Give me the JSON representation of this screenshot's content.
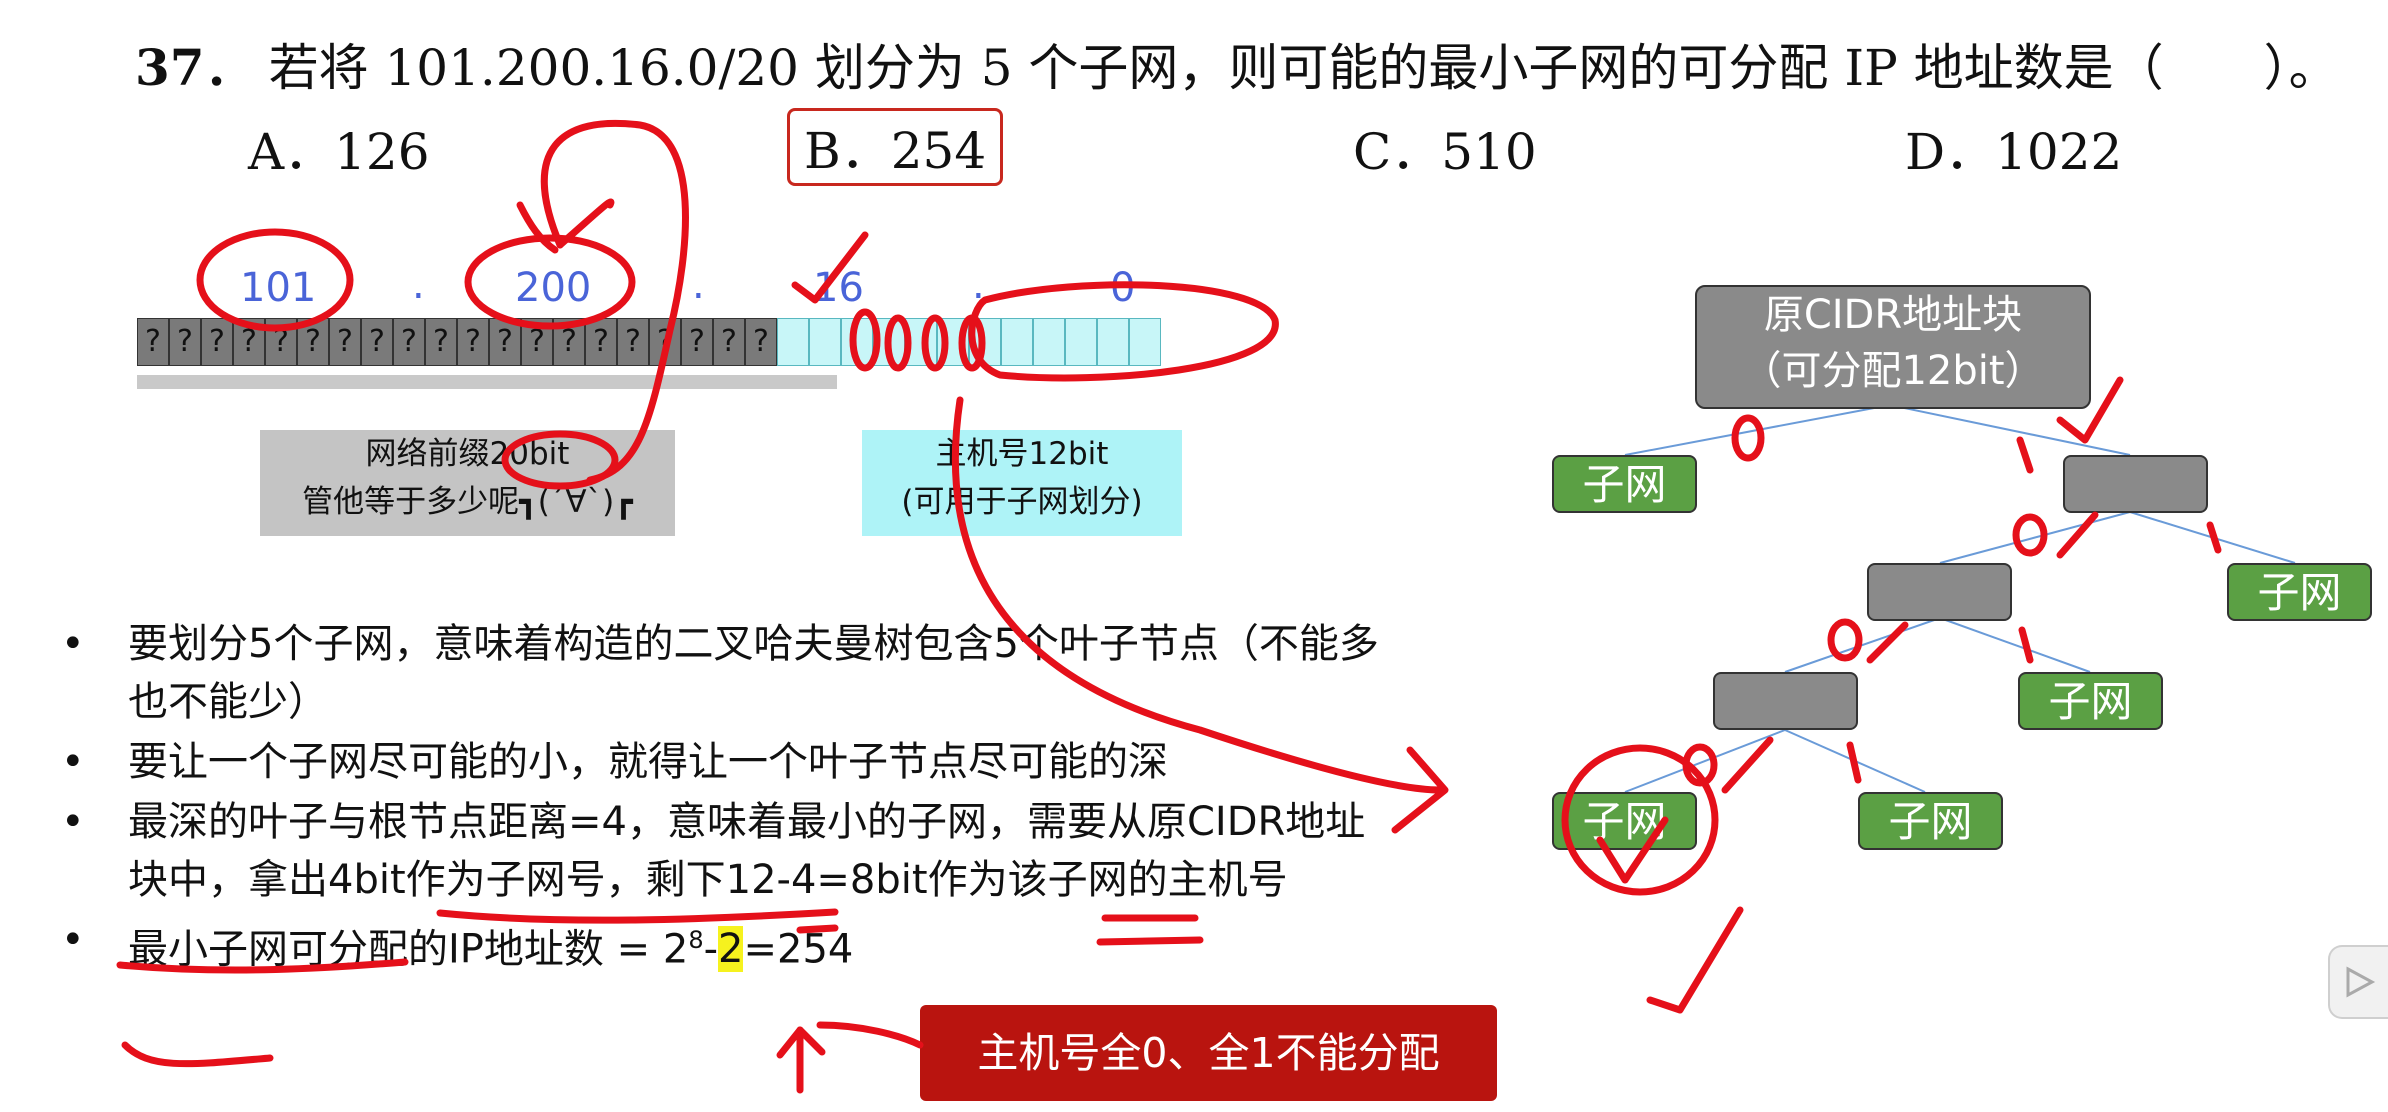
{
  "question": {
    "number": "37",
    "text": "若将 101.200.16.0/20 划分为 5 个子网，则可能的最小子网的可分配 IP 地址数是（　　）。"
  },
  "options": [
    {
      "label": "A．126"
    },
    {
      "label": "B．254"
    },
    {
      "label": "C．510"
    },
    {
      "label": "D．1022"
    }
  ],
  "ip_diagram": {
    "octets": [
      "101",
      "200",
      "16",
      "0"
    ],
    "network_bits_char": "?",
    "host_zero_bits": "0000",
    "network_label_line1": "网络前缀20bit",
    "network_label_line2": "管他等于多少呢┓(´∀`)┏",
    "host_label_line1": "主机号12bit",
    "host_label_line2": "(可用于子网划分)"
  },
  "bullets": [
    "要划分5个子网，意味着构造的二叉哈夫曼树包含5个叶子节点（不能多也不能少）",
    "要让一个子网尽可能的小，就得让一个叶子节点尽可能的深",
    "最深的叶子与根节点距离=4，意味着最小的子网，需要从原CIDR地址块中，拿出4bit作为子网号，剩下12-4=8bit作为该子网的主机号",
    {
      "prefix": "最小子网可分配的IP地址数 = 2",
      "sup": "8",
      "minus": "-",
      "hl": "2",
      "suffix": "=254"
    }
  ],
  "callout": "主机号全0、全1不能分配",
  "tree": {
    "root_line1": "原CIDR地址块",
    "root_line2": "（可分配12bit）",
    "leaf_label": "子网"
  },
  "colors": {
    "ink_red": "#e5101a",
    "ip_blue": "#4a64d8",
    "gray_bits": "#7a7a7a",
    "cyan_bits": "#c8f6f8",
    "leaf_green": "#5ba044",
    "callout_red": "#b9140f",
    "highlight": "#f6f21e"
  }
}
